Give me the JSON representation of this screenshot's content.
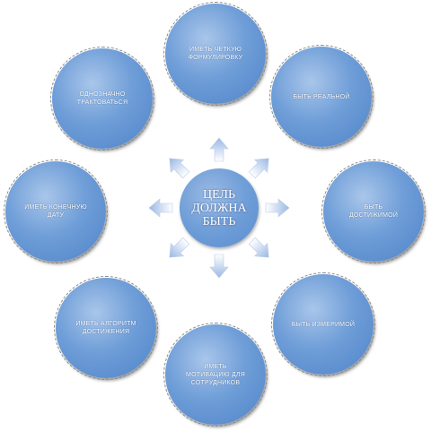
{
  "center": {
    "label": "ЦЕЛЬ\nДОЛЖНА\nБЫТЬ"
  },
  "nodes": [
    {
      "id": "top",
      "label": "ИМЕТЬ ЧЕТКУЮ\nФОРМУЛИРОВКУ"
    },
    {
      "id": "top-right",
      "label": "БЫТЬ РЕАЛЬНОЙ"
    },
    {
      "id": "right",
      "label": "БЫТЬ\nДОСТИЖИМОЙ"
    },
    {
      "id": "bottom-right",
      "label": "БЫТЬ ИЗМЕРИМОЙ"
    },
    {
      "id": "bottom",
      "label": "ИМЕТЬ\nМОТИВАЦИЮ ДЛЯ\nСОТРУДНИКОВ"
    },
    {
      "id": "bottom-left",
      "label": "ИМЕТЬ АЛГОРИТМ\nДОСТИЖЕНИЯ"
    },
    {
      "id": "left",
      "label": "ИМЕТЬ КОНЕЧНУЮ\nДАТУ"
    },
    {
      "id": "top-left",
      "label": "ОДНОЗНАЧНО\nТРАКТОВАТЬСЯ"
    }
  ],
  "colors": {
    "circle": "#5b8fd0",
    "arrow": "#9ab8e4"
  }
}
